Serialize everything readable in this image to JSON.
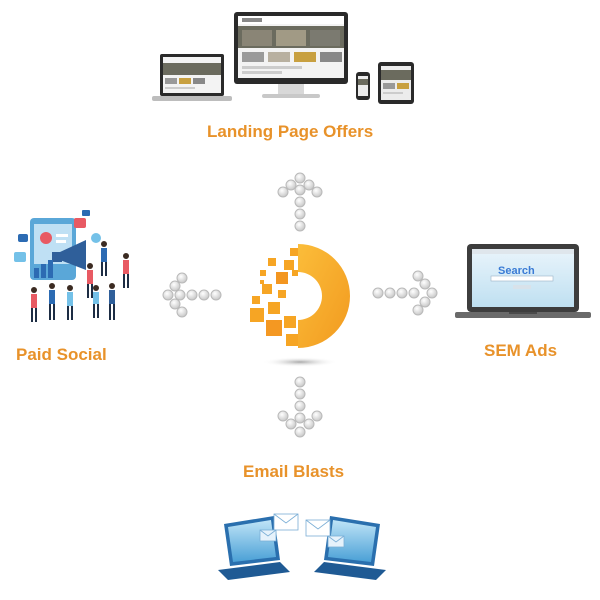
{
  "labels": {
    "top": "Landing Page Offers",
    "left": "Paid Social",
    "right": "SEM Ads",
    "bottom": "Email Blasts"
  },
  "laptop_screen": {
    "search_text": "Search"
  },
  "colors": {
    "label_orange": "#e8922a",
    "logo_orange": "#f7a823",
    "logo_orange_dark": "#f28c1f",
    "arrow_circle": "#d9d9d9",
    "search_blue": "#3a7bd5"
  },
  "icons": {
    "center": "orange-pixel-logo",
    "top": "responsive-devices",
    "left": "social-media-people",
    "right": "laptop-search",
    "bottom": "laptops-email-exchange"
  }
}
